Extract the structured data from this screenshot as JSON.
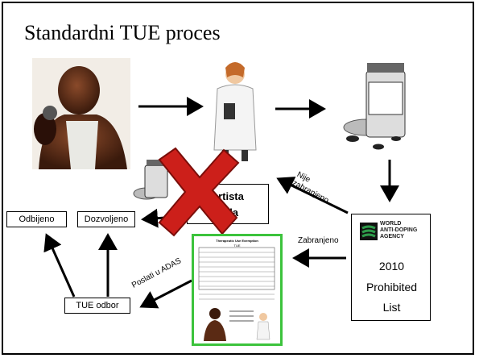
{
  "title": "Standardni TUE proces",
  "boxes": {
    "odbijeno": "Odbijeno",
    "dozvoljeno": "Dozvoljeno",
    "tue_odbor": "TUE odbor"
  },
  "edge_labels": {
    "nije_zabranjeno": "Nije\nzabranjeno",
    "zabranjeno": "Zabranjeno",
    "poslati": "Poslati u ADAS"
  },
  "obscured_box": {
    "line1": "ortista",
    "line2": "e da"
  },
  "prohibited_list": {
    "org": "WORLD\nANTI-DOPING\nAGENCY",
    "year": "2010",
    "line1": "Prohibited",
    "line2": "List"
  },
  "form": {
    "title": "Therapeutic Use Exemption",
    "subtitle": "TUE"
  },
  "icons": {
    "athlete": "athlete-photo-icon",
    "doctor": "doctor-icon",
    "medicine": "medicine-bottle-icon",
    "reject": "red-x-icon",
    "wada_logo": "wada-logo-icon"
  },
  "colors": {
    "reject_red": "#cc1f1a",
    "form_border": "#3cc33c",
    "wada_green": "#2e9a4a"
  }
}
